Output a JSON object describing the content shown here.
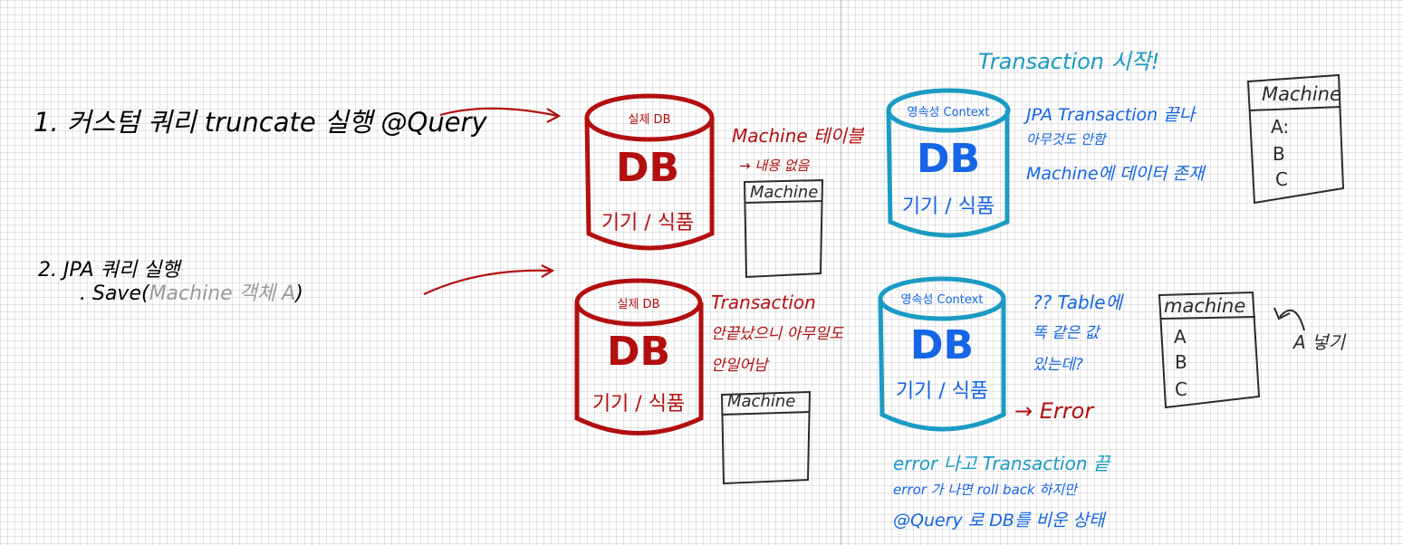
{
  "colors": {
    "black": "#2b2b2b",
    "gray": "#9a9a9a",
    "red": "#b30f0f",
    "blue": "#1565e6",
    "teal": "#1b9bc4"
  },
  "left": {
    "step1": "1. 커스텀 쿼리 truncate 실행 @Query",
    "step2_title": "2. JPA 쿼리 실행",
    "step2_save_prefix": ". Save(",
    "step2_save_arg": "Machine 객체 A",
    "step2_save_suffix": ")"
  },
  "middle": {
    "db1": {
      "top": "실제 DB",
      "label": "DB",
      "bottom": "기기 / 식품"
    },
    "db2": {
      "top": "실제 DB",
      "label": "DB",
      "bottom": "기기 / 식품"
    },
    "note1_line1": "Machine 테이블",
    "note1_line2": "→ 내용 없음",
    "table1_title": "Machine",
    "note2_line1": "Transaction",
    "note2_line2": "안끝났으니 아무일도",
    "note2_line3": "안일어남",
    "table2_title": "Machine"
  },
  "right": {
    "header": "Transaction 시작!",
    "ctx1": {
      "top": "영속성 Context",
      "label": "DB",
      "bottom": "기기 / 식품"
    },
    "ctx2": {
      "top": "영속성 Context",
      "label": "DB",
      "bottom": "기기 / 식품"
    },
    "note1_line1": "JPA Transaction 끝나",
    "note1_line2": "아무것도 안함",
    "note1_line3": "Machine에 데이터 존재",
    "note2_line1": "?? Table에",
    "note2_line2": "똑 같은 값",
    "note2_line3": "있는데?",
    "error_label": "→ Error",
    "bottom_line1": "error 나고 Transaction 끝",
    "bottom_line2": "error 가 나면 roll back 하지만",
    "bottom_line3": "@Query 로 DB를 비운 상태",
    "table_top_title": "Machine",
    "table_top_rows": [
      "A:",
      "B",
      "C"
    ],
    "table_mid_title": "machine",
    "table_mid_rows": [
      "A",
      "B",
      "C"
    ],
    "insert_note": "A 넣기"
  }
}
